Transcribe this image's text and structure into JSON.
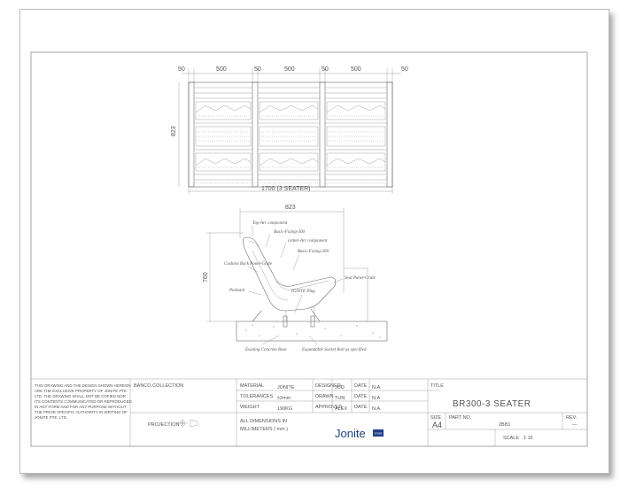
{
  "plan_view": {
    "dims_top": [
      "50",
      "500",
      "50",
      "500",
      "50",
      "500",
      "50"
    ],
    "height_dim": "823",
    "overall_dim": "1700 (3 SEATER)"
  },
  "section_view": {
    "width_dim": "823",
    "height_dim": "760",
    "callouts": {
      "top_arc": "Top-Arc component",
      "basic_fixing_1": "Basic-Fixing-300",
      "center_arc": "center-Arc component",
      "basic_fixing_2": "Basic-Fixing-300",
      "cushion_back": "Cushion Back Panel-Grate",
      "seat_panel": "Seat Panel-Grate",
      "pedestal": "Pedestal",
      "ignite_plug": "IGNITE Plug",
      "existing_base": "Existing Concrete Base",
      "anchor_bolt": "Expandable Socket Bolt as specified"
    }
  },
  "title_block": {
    "disclaimer": [
      "THIS DRAWING AND THE DESIGN SHOWN HEREON",
      "ARE THE EXCLUSIVE PROPERTY OF JONITE PTE",
      "LTD. THE DRAWING SHALL NOT BE COPIED NOR",
      "ITS CONTENTS COMMUNICATED OR REPRODUCED",
      "IN ANY FORM AND FOR ANY PURPOSE WITHOUT",
      "THE PRIOR SPECIFIC AUTHORITY IN WRITING OF",
      "JONITE PTE. LTD."
    ],
    "collection": "BANCO COLLECTION",
    "projection_label": "PROJECTION",
    "material_label": "MATERIAL",
    "material_value": "JONITE",
    "tolerances_label": "TOLERANCES",
    "tolerances_value": "±2mm",
    "weight_label": "WEIGHT",
    "weight_value": "190KG",
    "dimensions_note_1": "ALL DIMENSIONS IN",
    "dimensions_note_2": "MILLIMETERS ( mm )",
    "designed_label": "DESIGNED",
    "designed_value": "JDD",
    "drawn_label": "DRAWN",
    "drawn_value": "TUN",
    "approved_label": "APPROVED",
    "approved_value": "ALEX",
    "date_label": "DATE",
    "date_value": "N.A",
    "title_label": "TITLE",
    "title_value": "BR300-3 SEATER",
    "size_label": "SIZE",
    "size_value": "A4",
    "part_no_label": "PART NO.",
    "part_no_value": "2BB1",
    "rev_label": "REV.",
    "rev_value": "—",
    "scale_label": "SCALE",
    "scale_value": "1:16",
    "logo_text": "Jonite",
    "logo_badge": "STONE"
  },
  "colors": {
    "line": "#6d6d6d",
    "logo_blue": "#1f3f8f"
  }
}
